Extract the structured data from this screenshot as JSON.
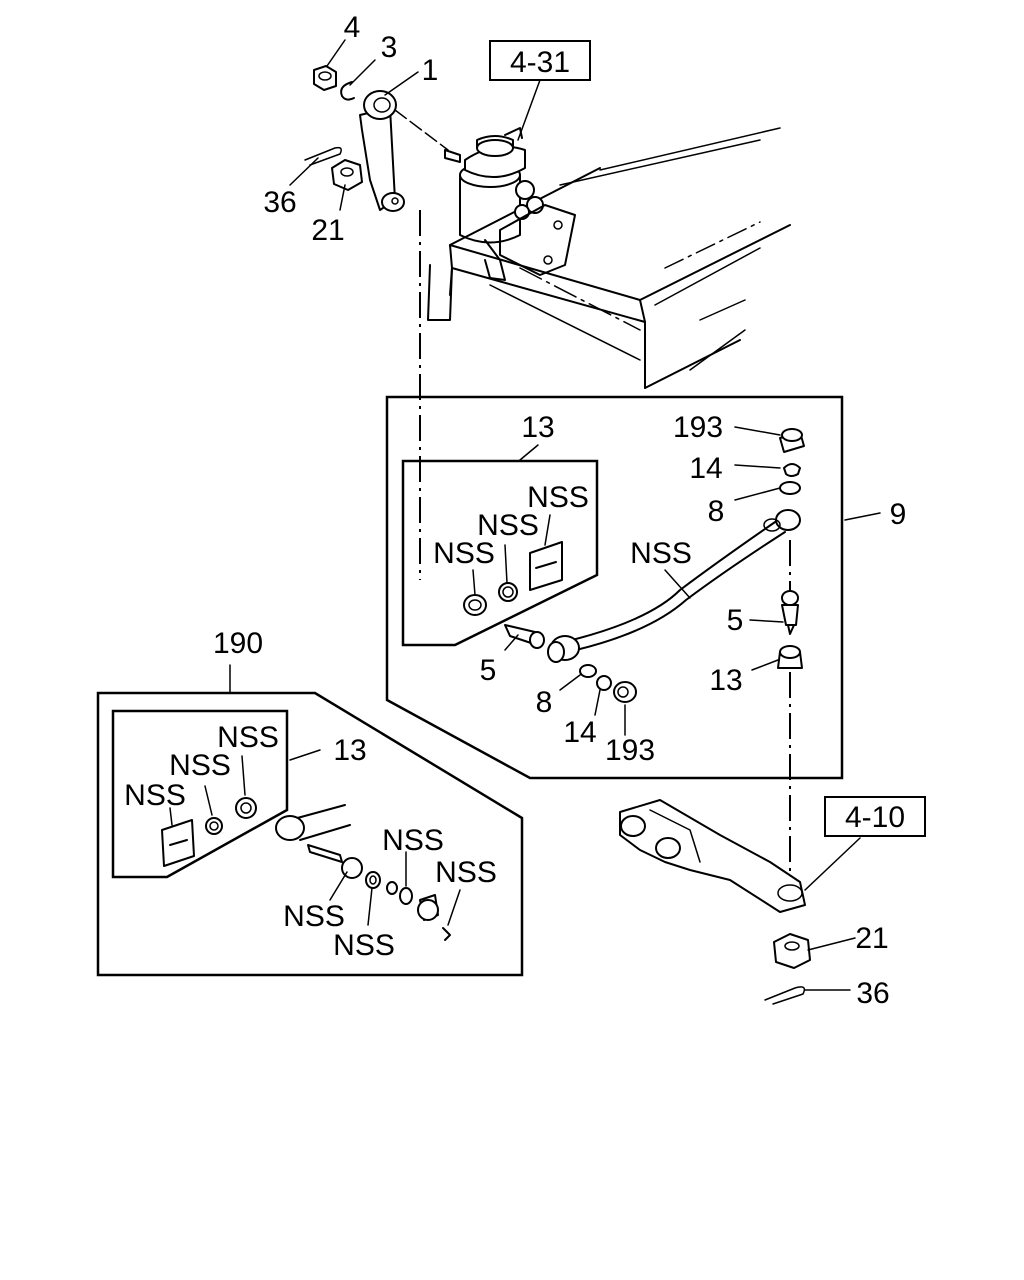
{
  "references": {
    "ref_steering_gear": "4-31",
    "ref_knuckle_arm": "4-10"
  },
  "callouts": {
    "c_4": "4",
    "c_3": "3",
    "c_1": "1",
    "c_36_top": "36",
    "c_21_top": "21",
    "c_13_box": "13",
    "c_nss_a": "NSS",
    "c_nss_b": "NSS",
    "c_nss_c": "NSS",
    "c_193_top": "193",
    "c_14_top": "14",
    "c_8_top": "8",
    "c_9": "9",
    "c_nss_rod": "NSS",
    "c_5_right": "5",
    "c_13_right": "13",
    "c_5_left": "5",
    "c_8_bottom": "8",
    "c_14_bottom": "14",
    "c_193_bottom": "193",
    "c_190": "190",
    "c_13_lower": "13",
    "c_nss_k1": "NSS",
    "c_nss_k2": "NSS",
    "c_nss_k3": "NSS",
    "c_nss_k4": "NSS",
    "c_nss_k5": "NSS",
    "c_nss_k6": "NSS",
    "c_nss_k7": "NSS",
    "c_21_bottom": "21",
    "c_36_bottom": "36"
  }
}
